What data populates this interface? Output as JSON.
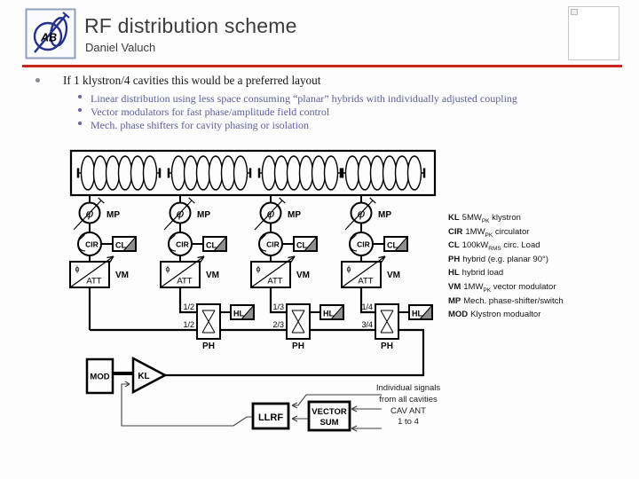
{
  "header": {
    "title": "RF distribution scheme",
    "subtitle": "Daniel Valuch",
    "logo_text": "AB"
  },
  "bullets": {
    "main": "If 1 klystron/4 cavities this would be a preferred layout",
    "sub": [
      "Linear distribution using less space consuming “planar” hybrids with individually adjusted coupling",
      "Vector modulators for fast phase/amplitude field control",
      "Mech. phase shifters for cavity phasing or isolation"
    ]
  },
  "diagram": {
    "labels": {
      "mp": "MP",
      "cir": "CIR",
      "cl": "CL",
      "hl": "HL",
      "vm": "VM",
      "att": "ATT",
      "phi": "φ",
      "phi_small": "ϕ",
      "ph": "PH",
      "mod": "MOD",
      "kl": "KL",
      "llrf": "LLRF",
      "vector_sum_line1": "VECTOR",
      "vector_sum_line2": "SUM"
    },
    "ports": {
      "ph1_top": "1/2",
      "ph1_bottom": "1/2",
      "ph2_top": "1/3",
      "ph2_bottom": "2/3",
      "ph3_top": "1/4",
      "ph3_bottom": "3/4"
    },
    "annotation": [
      "Individual signals",
      "from all cavities",
      "CAV ANT",
      "1 to 4"
    ],
    "legend": [
      {
        "abbr": "KL",
        "pre": "5MW",
        "sub": "PK",
        "post": " klystron"
      },
      {
        "abbr": "CIR",
        "pre": "1MW",
        "sub": "PK",
        "post": " circulator"
      },
      {
        "abbr": "CL",
        "pre": "100kW",
        "sub": "RMS",
        "post": " circ. Load"
      },
      {
        "abbr": "PH",
        "pre": "hybrid (e.g. planar 90°)",
        "sub": "",
        "post": ""
      },
      {
        "abbr": "HL",
        "pre": "hybrid load",
        "sub": "",
        "post": ""
      },
      {
        "abbr": "VM",
        "pre": "1MW",
        "sub": "PK",
        "post": " vector modulator"
      },
      {
        "abbr": "MP",
        "pre": "Mech. phase-shifter/switch",
        "sub": "",
        "post": ""
      },
      {
        "abbr": "MOD",
        "pre": "Klystron modualtor",
        "sub": "",
        "post": ""
      }
    ]
  },
  "colors": {
    "accent_red": "#cb2420",
    "bullet_text": "#5c5ca0",
    "logo_blue": "#23318c",
    "logo_red": "#c42127",
    "load_gray": "#8f8f8f"
  }
}
